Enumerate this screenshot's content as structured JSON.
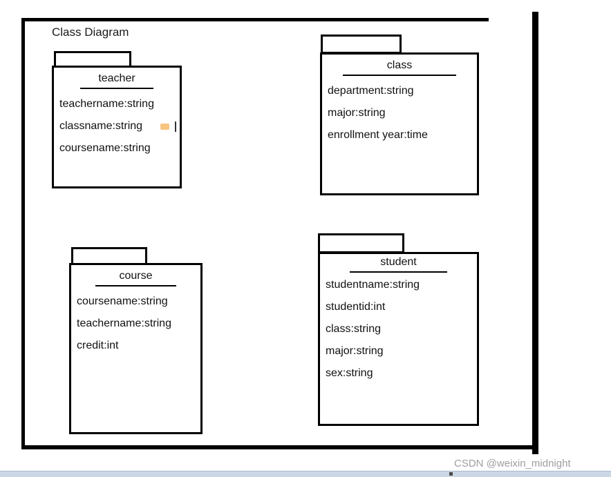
{
  "title": "Class Diagram",
  "watermark": "CSDN @weixin_midnight",
  "classes": [
    {
      "name": "teacher",
      "attributes": [
        "teachername:string",
        "classname:string",
        "coursename:string"
      ]
    },
    {
      "name": "class",
      "attributes": [
        "department:string",
        "major:string",
        "enrollment year:time"
      ]
    },
    {
      "name": "course",
      "attributes": [
        "coursename:string",
        "teachername:string",
        "credit:int"
      ]
    },
    {
      "name": "student",
      "attributes": [
        "studentname:string",
        "studentid:int",
        "class:string",
        "major:string",
        "sex:string"
      ]
    }
  ]
}
